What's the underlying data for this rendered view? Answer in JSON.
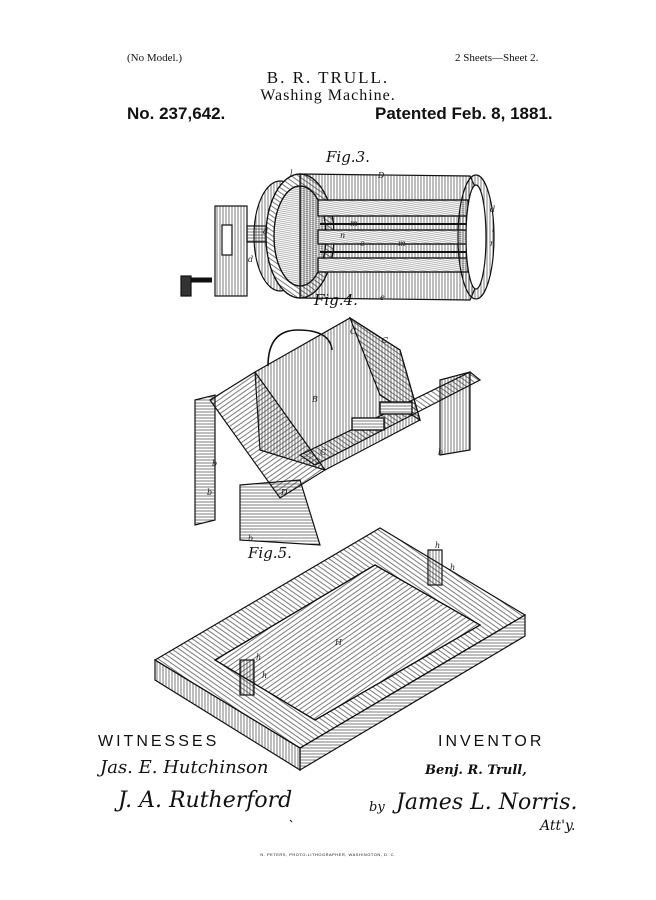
{
  "header": {
    "no_model": "(No Model.)",
    "sheets": "2 Sheets—Sheet 2.",
    "inventor_name": "B. R. TRULL.",
    "title": "Washing Machine.",
    "patent_number": "No. 237,642.",
    "patent_date": "Patented Feb. 8, 1881."
  },
  "figures": {
    "fig3": "Fig.3.",
    "fig4": "Fig.4.",
    "fig5": "Fig.5."
  },
  "reference_letters": {
    "fig3": [
      "D",
      "d",
      "l",
      "d",
      "m",
      "e",
      "m",
      "n",
      "n",
      "l",
      "d",
      "e"
    ],
    "fig4": [
      "C",
      "C",
      "B",
      "b",
      "b",
      "b",
      "D",
      "b",
      "C"
    ],
    "fig5": [
      "h",
      "h",
      "H",
      "h",
      "h"
    ]
  },
  "signatures": {
    "witnesses_label": "WITNESSES",
    "witness_1": "Jas. E. Hutchinson",
    "witness_2": "J. A. Rutherford",
    "inventor_label": "INVENTOR",
    "inventor": "Benj. R. Trull,",
    "by": "by",
    "attorney": "James L. Norris.",
    "atty": "Att'y."
  },
  "footer": {
    "printer": "N. PETERS, PHOTO-LITHOGRAPHER, WASHINGTON, D. C."
  }
}
